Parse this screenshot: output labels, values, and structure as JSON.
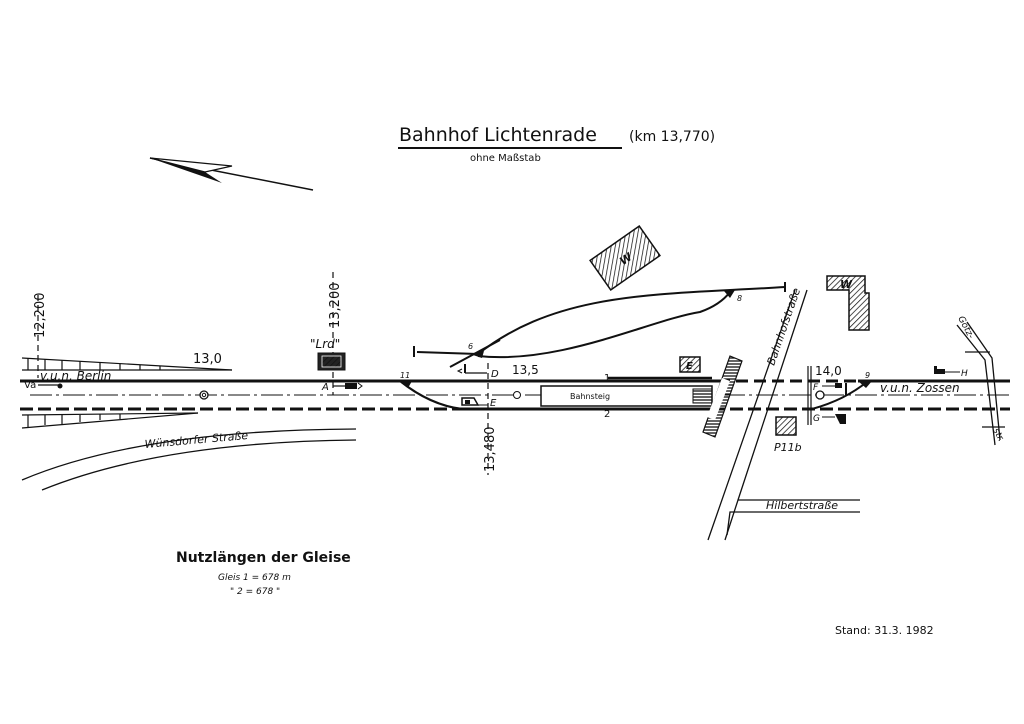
{
  "title": {
    "main": "Bahnhof  Lichtenrade",
    "km": "(km 13,770)",
    "subtitle": "ohne Maßstab"
  },
  "km_markers": [
    "12,200",
    "13,200",
    "13,480"
  ],
  "km_labels": [
    "13,0",
    "13,5",
    "14,0"
  ],
  "directions": {
    "berlin": "v.u.n.  Berlin",
    "zossen": "v.u.n.  Zossen"
  },
  "station_code": "\"Lrd\"",
  "signals": [
    "Va",
    "A",
    "D",
    "E",
    "F",
    "G",
    "H"
  ],
  "switches": [
    "6",
    "8",
    "9",
    "11"
  ],
  "tracks": [
    "1",
    "2"
  ],
  "platform": "Bahnsteig",
  "buildings": [
    "W",
    "W",
    "E",
    "P11b"
  ],
  "streets": {
    "wuensdorfer": "Wünsdorfer   Straße",
    "bahnhof": "Bahnhofstraße",
    "hilbert": "Hilbertstraße",
    "goetz_1": "Götz-",
    "goetz_2": "str."
  },
  "legend": {
    "heading": "Nutzlängen der Gleise",
    "row1": "Gleis  1 = 678  m",
    "row2": "\"     2 = 678  \""
  },
  "stand": "Stand: 31.3. 1982"
}
